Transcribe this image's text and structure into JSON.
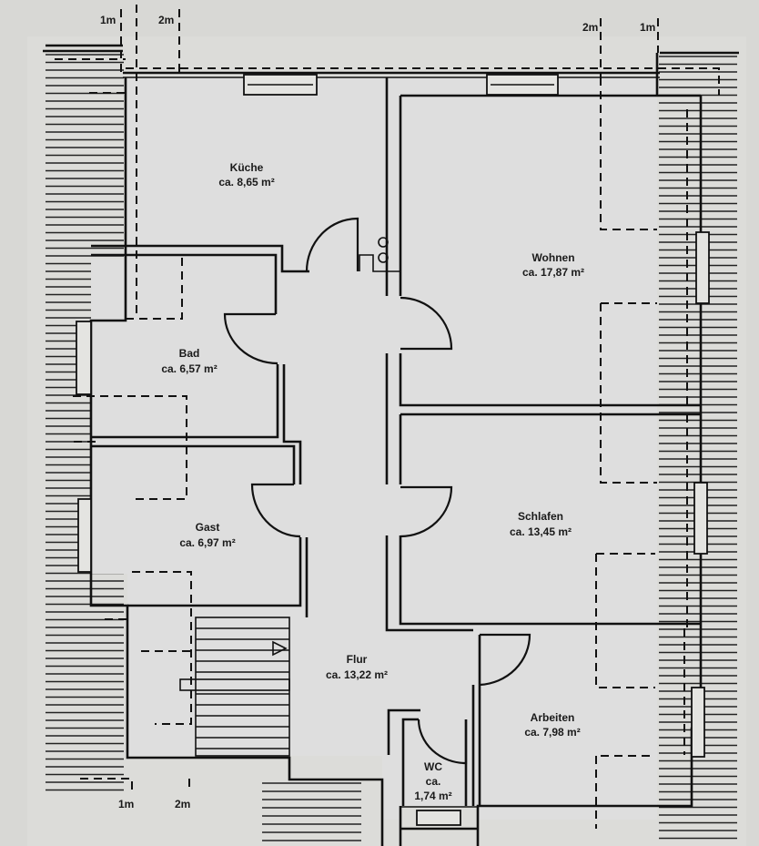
{
  "rooms": {
    "kueche": {
      "name": "Küche",
      "area": "ca. 8,65 m²"
    },
    "wohnen": {
      "name": "Wohnen",
      "area": "ca. 17,87 m²"
    },
    "bad": {
      "name": "Bad",
      "area": "ca. 6,57 m²"
    },
    "gast": {
      "name": "Gast",
      "area": "ca. 6,97 m²"
    },
    "schlafen": {
      "name": "Schlafen",
      "area": "ca. 13,45 m²"
    },
    "flur": {
      "name": "Flur",
      "area": "ca. 13,22 m²"
    },
    "arbeiten": {
      "name": "Arbeiten",
      "area": "ca. 7,98 m²"
    },
    "wc": {
      "name": "WC",
      "area_prefix": "ca.",
      "area": "1,74 m²"
    }
  },
  "scale_marks": {
    "top_left_1m": "1m",
    "top_left_2m": "2m",
    "top_right_2m": "2m",
    "top_right_1m": "1m",
    "bottom_left_1m": "1m",
    "bottom_left_2m": "2m"
  }
}
